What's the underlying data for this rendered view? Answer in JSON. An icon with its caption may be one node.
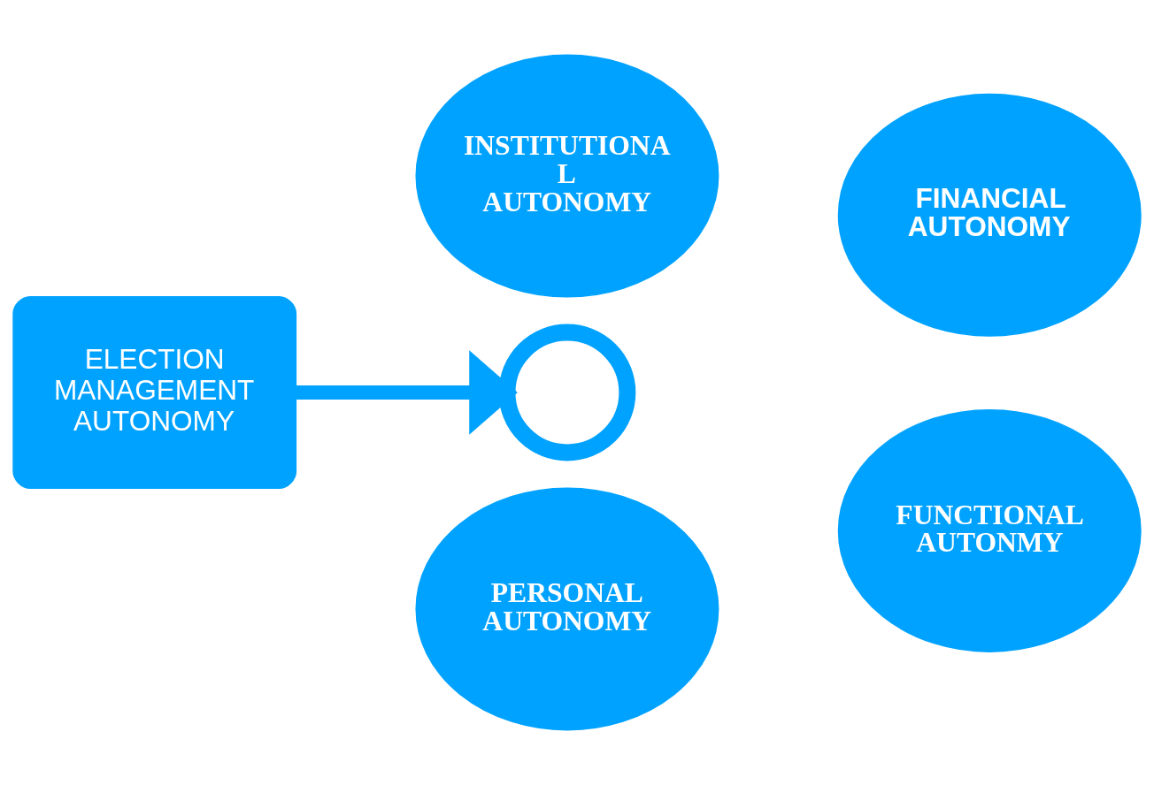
{
  "diagram": {
    "nodes": [
      {
        "text": [
          "INSTITUTIONA L AUTONOMY"
        ]
      },
      {
        "text": [
          "FINANCIAL AUTONOMY"
        ]
      },
      {
        "text": [
          "ELECTION MANAGEMENT AUTONOMY"
        ]
      },
      {
        "text": [],
        "shape": "circle"
      },
      {
        "text": [
          "PERSONAL AUTONOMY"
        ]
      },
      {
        "text": [
          "FUNCTIONAL AUTONMY"
        ]
      }
    ],
    "edges": [
      {
        "from": 2,
        "to": 3,
        "arrow": "to"
      }
    ]
  }
}
